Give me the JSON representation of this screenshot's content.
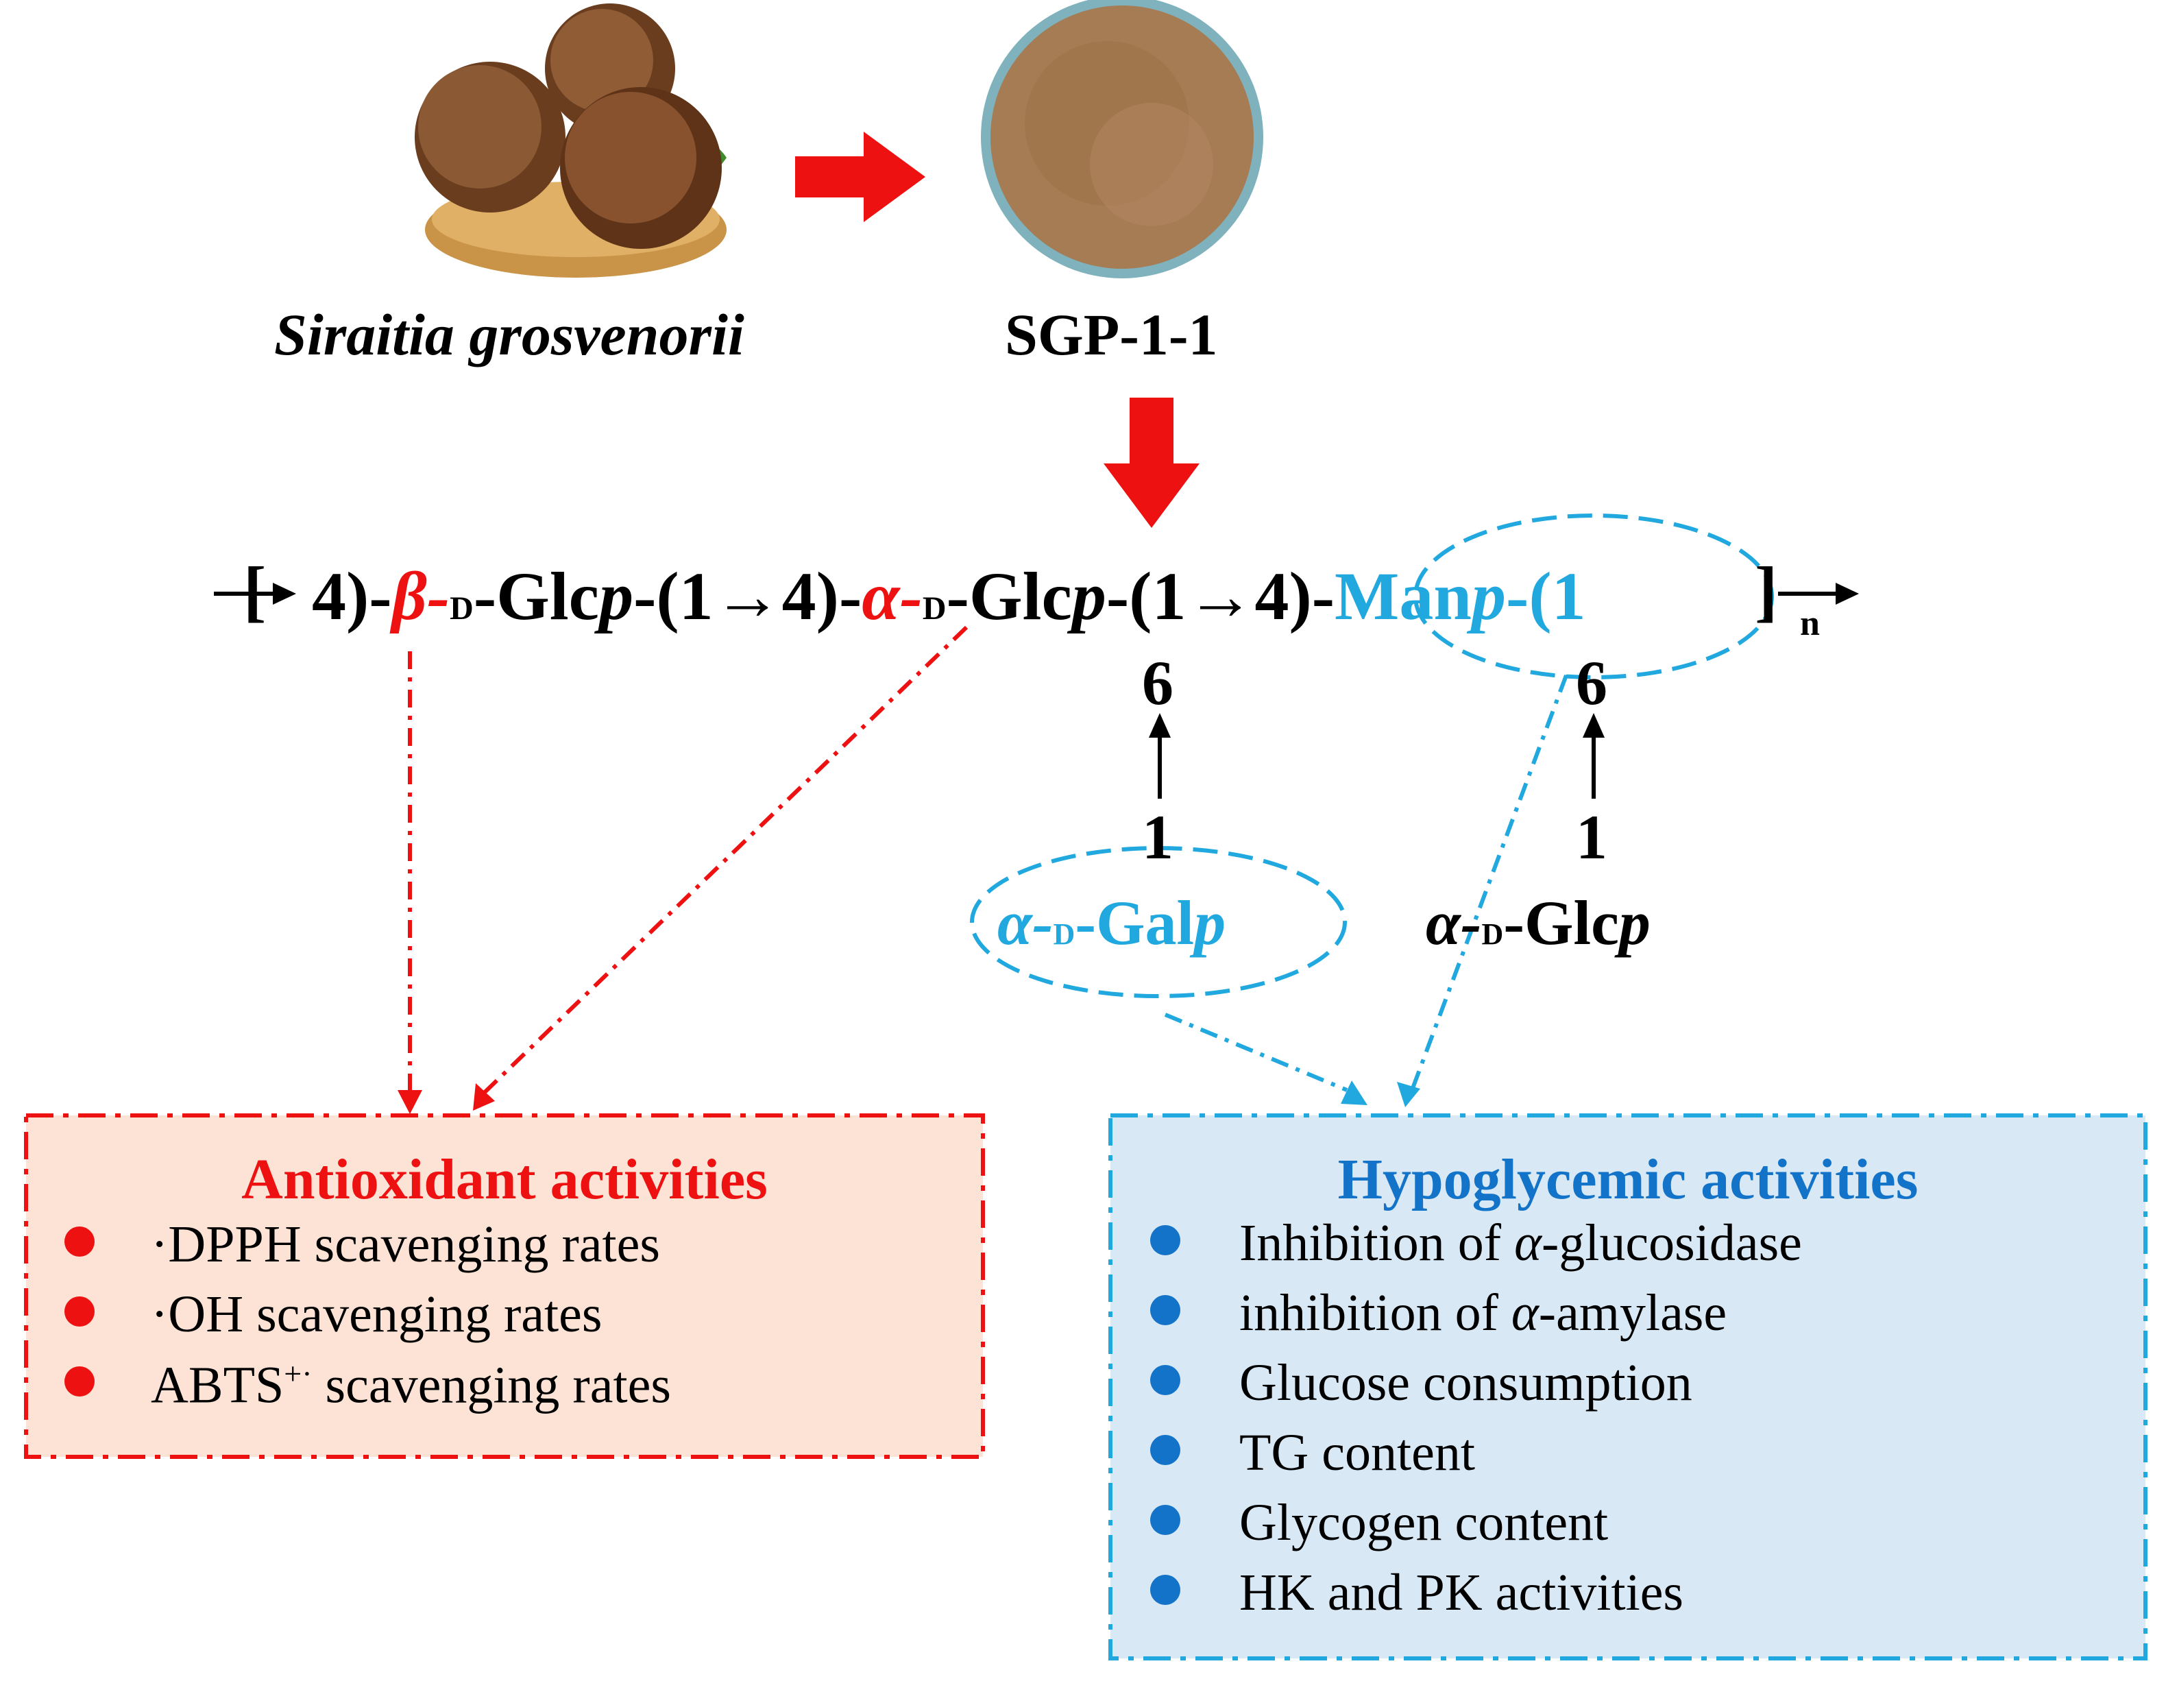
{
  "source_label": "Siraitia grosvenorii",
  "product_label": "SGP-1-1",
  "chain": {
    "bracket_open": "[",
    "unit1_pre": "4)-",
    "unit1_anomer": "β-",
    "unit1_d": "d",
    "unit1_sugar": "-Glc",
    "unit1_p": "p",
    "link1": "-(1→4)-",
    "unit2_anomer": "α-",
    "unit2_d": "d",
    "unit2_sugar": "-Glc",
    "unit2_p": "p",
    "link2": "-(1→4)-",
    "unit3_sugar": "Man",
    "unit3_p": "p",
    "unit3_post": "-(1",
    "bracket_close": "]",
    "repeat": "n"
  },
  "branch1": {
    "pos_upper": "6",
    "pos_lower": "1",
    "anomer": "α-",
    "d": "d",
    "sugar": "-Gal",
    "p": "p"
  },
  "branch2": {
    "pos_upper": "6",
    "pos_lower": "1",
    "anomer": "α-",
    "d": "d",
    "sugar": "-Glc",
    "p": "p"
  },
  "antioxidant": {
    "title": "Antioxidant activities",
    "items": [
      "·DPPH scavenging rates",
      "·OH scavenging rates",
      "scavenging rates"
    ],
    "abts": "ABTS",
    "abts_sup": "+·"
  },
  "hypoglycemic": {
    "title": "Hypoglycemic activities",
    "item1_pre": "Inhibition of ",
    "item1_alpha": "α",
    "item1_post": "-glucosidase",
    "item2_pre": "inhibition of ",
    "item2_alpha": "α",
    "item2_post": "-amylase",
    "items": [
      "Glucose consumption",
      "TG content",
      "Glycogen content",
      "HK and PK activities"
    ]
  },
  "colors": {
    "red": "#ee1111",
    "cyan": "#21a9df",
    "antioxidant_fill": "#fde3d6",
    "hypoglycemic_fill": "#d8e8f5",
    "bullet_blue": "#1273c8"
  }
}
